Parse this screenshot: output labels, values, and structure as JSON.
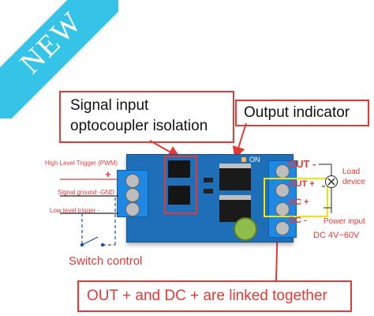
{
  "badge": {
    "text": "NEW"
  },
  "callouts": {
    "signal_line1": "Signal input",
    "signal_line2": "optocoupler isolation",
    "output_indicator": "Output indicator",
    "linked": "OUT + and DC + are linked together"
  },
  "left_labels": {
    "high_trigger": "High Level Trigger (PWM)",
    "plus": "+",
    "signal_ground": "Signal ground -GND",
    "low_trigger": "Low level trigger -",
    "switch_control": "Switch control"
  },
  "right_labels": {
    "out_minus": "OUT -",
    "out_plus": "OUT +",
    "dc_plus": "DC +",
    "dc_minus": "DC -",
    "load_line1": "Load",
    "load_line2": "device",
    "power_input": "Power input",
    "dc_range": "DC 4V~60V"
  },
  "board": {
    "on_label": "ON",
    "pins": [
      "OUT-",
      "OUT+",
      "DC+",
      "DC-"
    ]
  },
  "colors": {
    "accent_red": "#e53935",
    "board_blue": "#1f6fb8",
    "terminal_blue": "#1e88e5",
    "highlight_yellow": "#f2e600",
    "badge_cyan": "#35c4e8"
  }
}
